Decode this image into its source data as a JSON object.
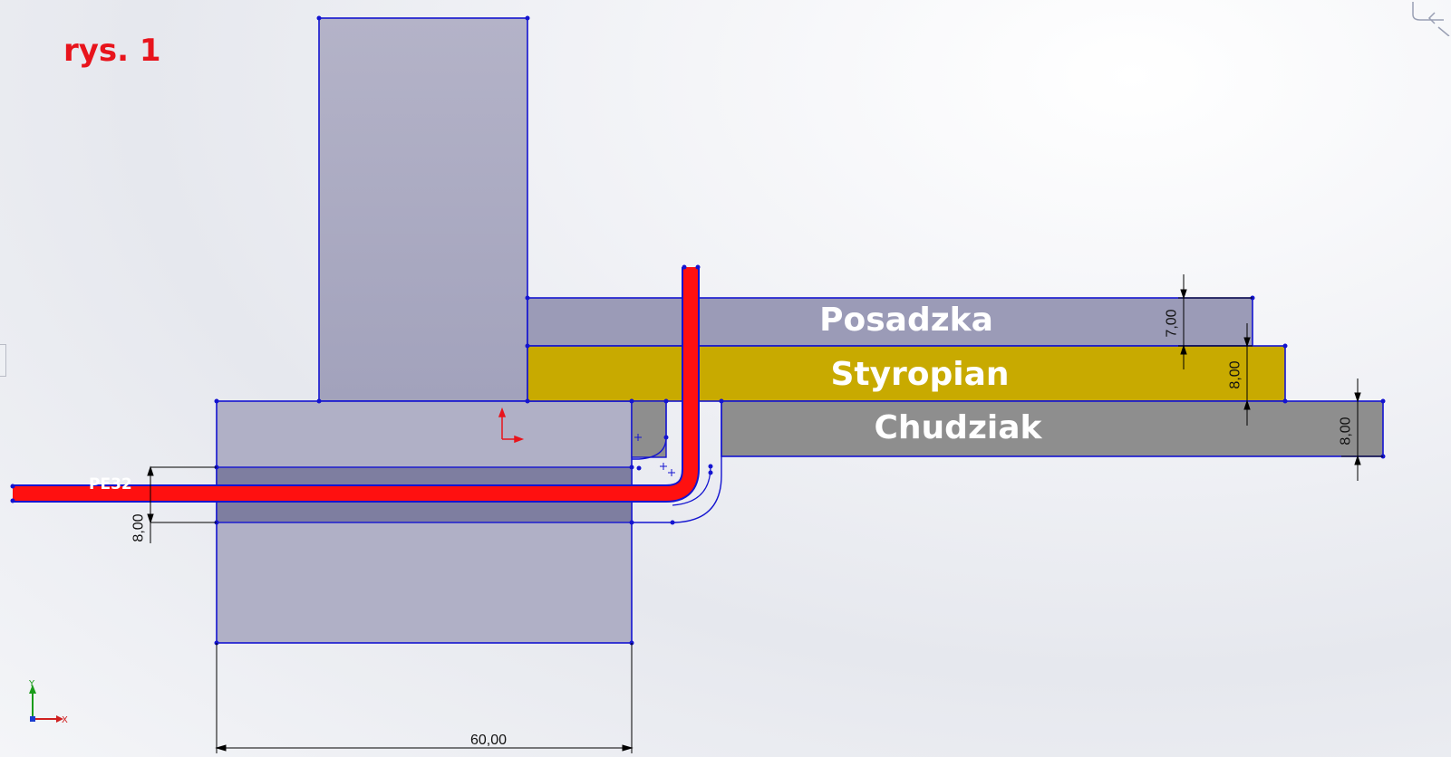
{
  "figure_label": "rys. 1",
  "layers": {
    "posadzka": "Posadzka",
    "styropian": "Styropian",
    "chudziak": "Chudziak"
  },
  "pipe_label": "PE32",
  "dimensions": {
    "posadzka_thickness": "7,00",
    "styropian_thickness": "8,00",
    "chudziak_thickness": "8,00",
    "sleeve_height": "8,00",
    "foundation_width": "60,00"
  },
  "colors": {
    "concrete": "#a8a8c0",
    "posadzka": "#9a9ab6",
    "styropian": "#c8aa00",
    "chudziak": "#8e8e8e",
    "pipe": "#ff1010",
    "sketch_line": "#1414d0",
    "dimension_line": "#000000"
  },
  "axes": {
    "x": "X",
    "y": "Y"
  }
}
